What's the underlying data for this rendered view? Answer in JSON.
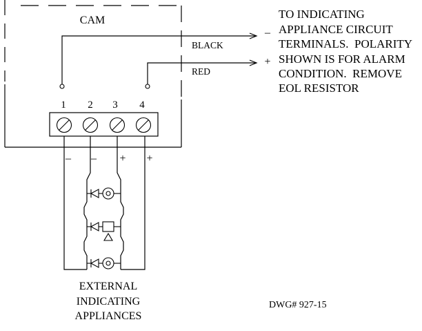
{
  "enclosure": {
    "label": "CAM"
  },
  "terminals": {
    "numbers": [
      "1",
      "2",
      "3",
      "4"
    ]
  },
  "wires": {
    "black": "BLACK",
    "red": "RED"
  },
  "output_polarity": {
    "negative": "–",
    "positive": "+"
  },
  "note": [
    "TO INDICATING",
    "APPLIANCE CIRCUIT",
    "TERMINALS.  POLARITY",
    "SHOWN IS FOR ALARM",
    "CONDITION.  REMOVE",
    "EOL RESISTOR"
  ],
  "field_polarity": [
    "–",
    "–",
    "+",
    "+"
  ],
  "appliance_symbols": [
    "bell-icon",
    "strobe-horn-icon",
    "bell-icon"
  ],
  "appliances_label": [
    "EXTERNAL",
    "INDICATING",
    "APPLIANCES"
  ],
  "drawing_number": "DWG# 927-15",
  "colors": {
    "line": "#000000",
    "background": "#ffffff"
  }
}
